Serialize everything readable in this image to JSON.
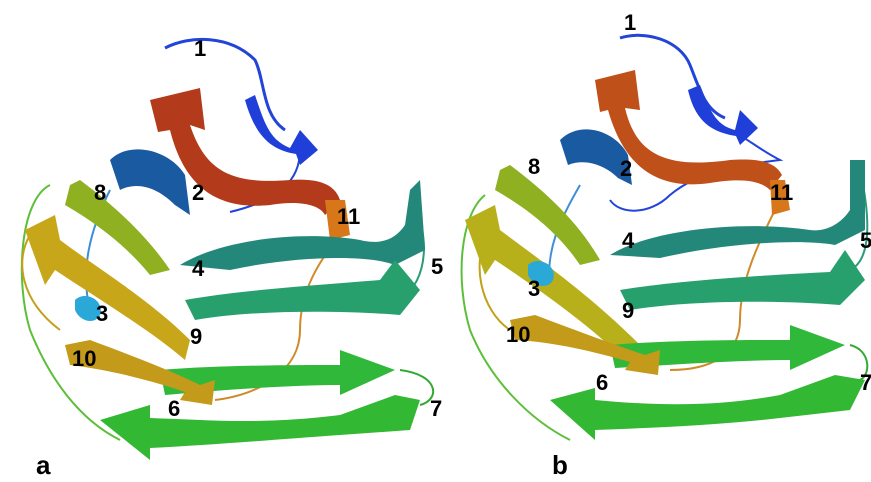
{
  "panels": [
    {
      "id": "a",
      "label": "a",
      "labels": [
        "1",
        "2",
        "3",
        "4",
        "5",
        "6",
        "7",
        "8",
        "9",
        "10",
        "11"
      ]
    },
    {
      "id": "b",
      "label": "b",
      "labels": [
        "1",
        "2",
        "3",
        "4",
        "5",
        "6",
        "7",
        "8",
        "9",
        "10",
        "11"
      ]
    }
  ],
  "colors": {
    "blue": "#1f3fd8",
    "red": "#c0301a",
    "orange": "#d87a1a",
    "teal": "#1f8f80",
    "green": "#2fb83a",
    "yellow_green": "#9bbb1a",
    "olive": "#c8a61a",
    "cyan": "#2aa8d8",
    "navy": "#1a5aa0"
  }
}
